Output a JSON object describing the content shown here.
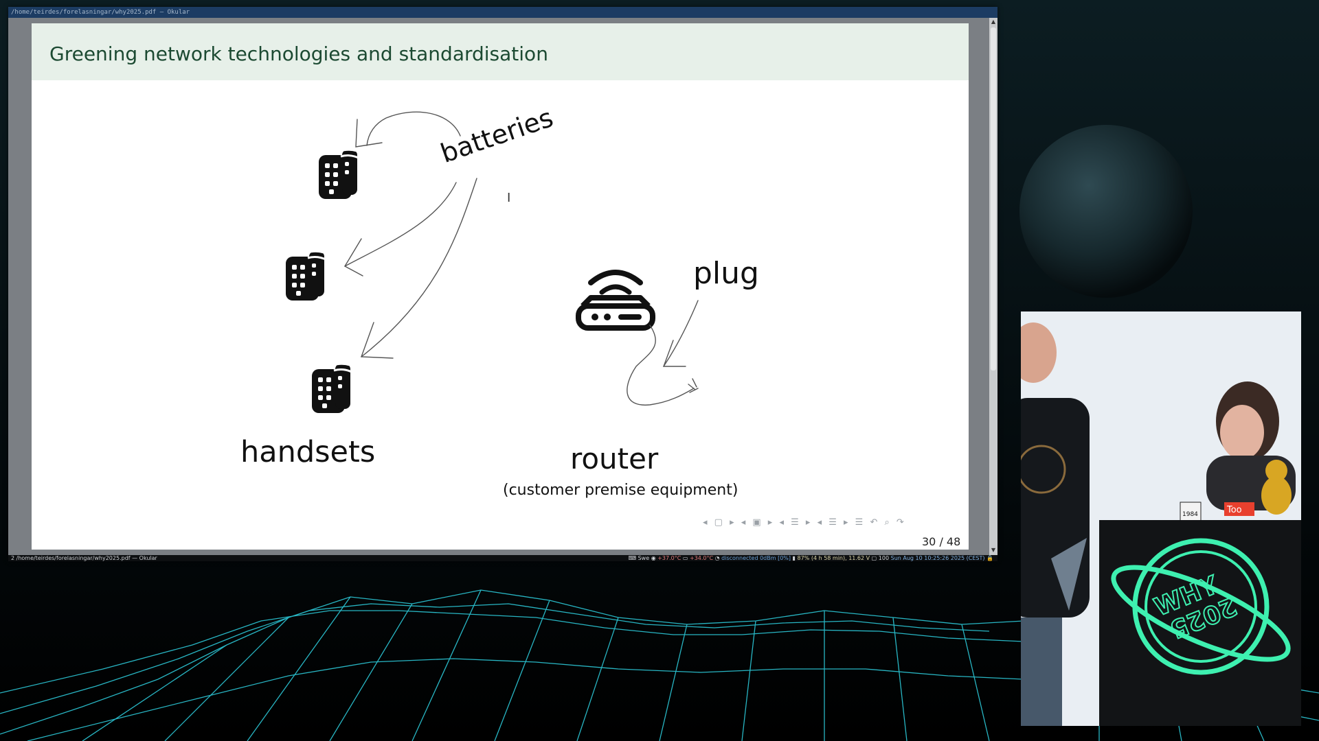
{
  "window": {
    "title": "/home/teirdes/forelasningar/why2025.pdf  — Okular"
  },
  "slide": {
    "title": "Greening network technologies and standardisation",
    "labels": {
      "batteries": "batteries",
      "plug": "plug",
      "handsets": "handsets",
      "router": "router",
      "router_sub": "(customer premise equipment)"
    },
    "nav_controls": "◂ ▢ ▸  ◂ ▣ ▸  ◂ ☰ ▸  ◂ ☰ ▸   ☰   ↶ ⌕ ↷",
    "page_indicator": "30 / 48"
  },
  "statusbar": {
    "left": "2  /home/teirdes/forelasningar/why2025.pdf — Okular",
    "keyboard": "Swe",
    "cpu_temp": "+37.0°C",
    "gpu_temp": "+34.0°C",
    "network": "disconnected 0dBm [0%]",
    "battery": "87% (4 h 58 min), 11.62 V",
    "brightness": "100",
    "clock": "Sun Aug 10 10:25:26 2025 (CEST)"
  },
  "colors": {
    "title_bar": "#1c3c63",
    "slide_header": "#e7f0e9",
    "slide_title": "#1c4a32",
    "wireframe": "#2fd6e6",
    "neon_logo": "#3ef0b0"
  },
  "icons": {
    "handset": "handset-icon",
    "router": "router-icon",
    "ibeam": "ibeam-cursor-icon"
  }
}
